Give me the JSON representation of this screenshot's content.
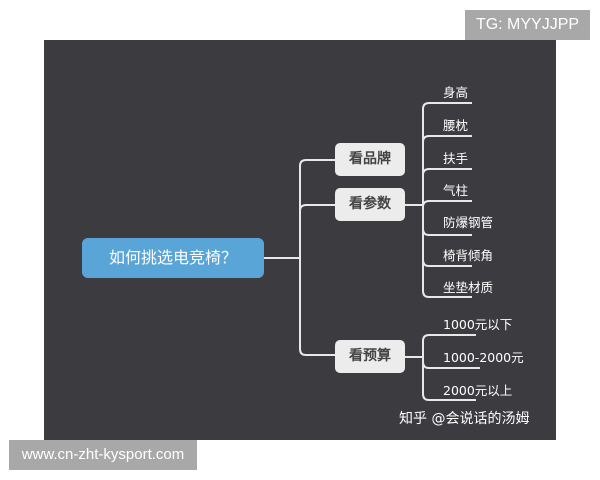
{
  "watermark_top": "TG: MYYJJPP",
  "watermark_bottom": "www.cn-zht-kysport.com",
  "mindmap": {
    "root": "如何挑选电竞椅？",
    "branches": [
      {
        "label": "看品牌",
        "children": []
      },
      {
        "label": "看参数",
        "children": [
          "身高",
          "腰枕",
          "扶手",
          "气柱",
          "防爆钢管",
          "椅背倾角",
          "坐垫材质"
        ]
      },
      {
        "label": "看预算",
        "children": [
          "1000元以下",
          "1000-2000元",
          "2000元以上"
        ]
      }
    ]
  },
  "credit": "知乎 @会说话的汤姆",
  "colors": {
    "background": "#3c3c40",
    "root_fill": "#5aa5d8",
    "branch_fill": "#ececec",
    "line": "#e8e8e8",
    "watermark_bg": "#a8a8a8"
  }
}
